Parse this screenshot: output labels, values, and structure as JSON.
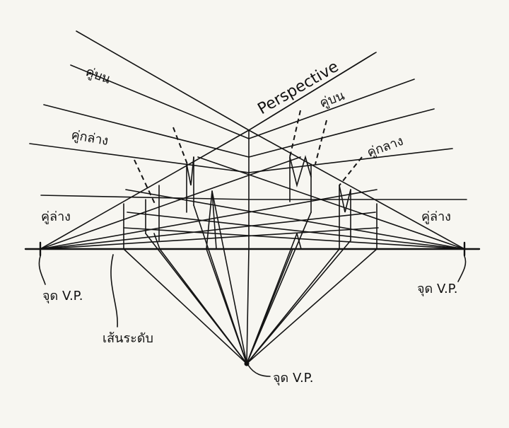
{
  "labels": {
    "perspective": "Perspective",
    "upper_pair_left": "คู่บน",
    "upper_pair_right": "คู่บน",
    "lower_pair_left": "คู่กล่าง",
    "lower_pair_right": "คู่กลาง",
    "bottom_pair_left": "คู่ล่าง",
    "bottom_pair_right": "คู่ล่าง",
    "vp_left": "จุด V.P.",
    "vp_right": "จุด V.P.",
    "vp_bottom": "จุด V.P.",
    "horizon_label": "เส้นระดับ"
  }
}
